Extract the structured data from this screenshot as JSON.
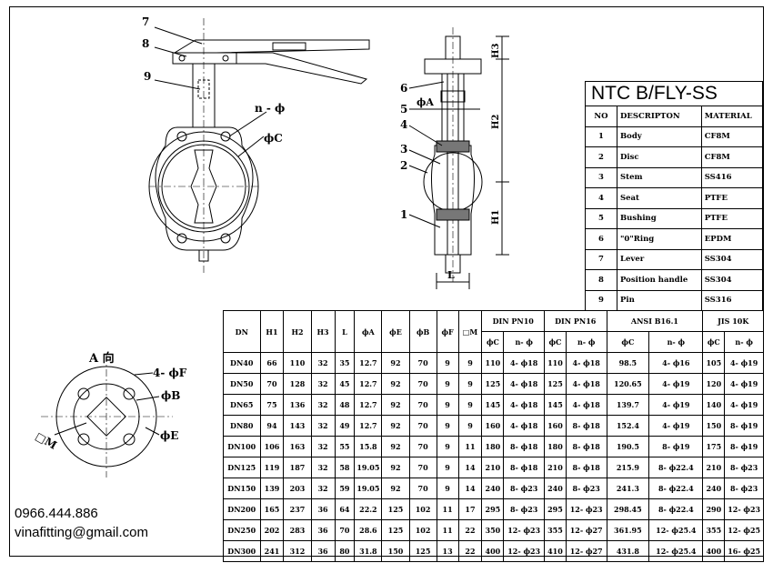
{
  "parts_table": {
    "title": "NTC B/FLY-SS",
    "headers": [
      "NO",
      "DESCRIPTON",
      "MATERIAL"
    ],
    "rows": [
      [
        "1",
        "Body",
        "CF8M"
      ],
      [
        "2",
        "Disc",
        "CF8M"
      ],
      [
        "3",
        "Stem",
        "SS416"
      ],
      [
        "4",
        "Seat",
        "PTFE"
      ],
      [
        "5",
        "Bushing",
        "PTFE"
      ],
      [
        "6",
        "\"0\"Ring",
        "EPDM"
      ],
      [
        "7",
        "Lever",
        "SS304"
      ],
      [
        "8",
        "Position handle",
        "SS304"
      ],
      [
        "9",
        "Pin",
        "SS316"
      ]
    ]
  },
  "dims_table": {
    "main_headers": [
      "DN",
      "H1",
      "H2",
      "H3",
      "L",
      "ϕA",
      "ϕE",
      "ϕB",
      "ϕF",
      "□M"
    ],
    "flange_groups": [
      "DIN PN10",
      "DIN PN16",
      "ANSI B16.1",
      "JIS 10K"
    ],
    "sub_headers": [
      "ϕC",
      "n- ϕ",
      "ϕC",
      "n- ϕ",
      "ϕC",
      "n- ϕ",
      "ϕC",
      "n- ϕ"
    ],
    "rows": [
      [
        "DN40",
        "66",
        "110",
        "32",
        "35",
        "12.7",
        "92",
        "70",
        "9",
        "9",
        "110",
        "4- ϕ18",
        "110",
        "4- ϕ18",
        "98.5",
        "4- ϕ16",
        "105",
        "4- ϕ19"
      ],
      [
        "DN50",
        "70",
        "128",
        "32",
        "45",
        "12.7",
        "92",
        "70",
        "9",
        "9",
        "125",
        "4- ϕ18",
        "125",
        "4- ϕ18",
        "120.65",
        "4- ϕ19",
        "120",
        "4- ϕ19"
      ],
      [
        "DN65",
        "75",
        "136",
        "32",
        "48",
        "12.7",
        "92",
        "70",
        "9",
        "9",
        "145",
        "4- ϕ18",
        "145",
        "4- ϕ18",
        "139.7",
        "4- ϕ19",
        "140",
        "4- ϕ19"
      ],
      [
        "DN80",
        "94",
        "143",
        "32",
        "49",
        "12.7",
        "92",
        "70",
        "9",
        "9",
        "160",
        "4- ϕ18",
        "160",
        "8- ϕ18",
        "152.4",
        "4- ϕ19",
        "150",
        "8- ϕ19"
      ],
      [
        "DN100",
        "106",
        "163",
        "32",
        "55",
        "15.8",
        "92",
        "70",
        "9",
        "11",
        "180",
        "8- ϕ18",
        "180",
        "8- ϕ18",
        "190.5",
        "8- ϕ19",
        "175",
        "8- ϕ19"
      ],
      [
        "DN125",
        "119",
        "187",
        "32",
        "58",
        "19.05",
        "92",
        "70",
        "9",
        "14",
        "210",
        "8- ϕ18",
        "210",
        "8- ϕ18",
        "215.9",
        "8- ϕ22.4",
        "210",
        "8- ϕ23"
      ],
      [
        "DN150",
        "139",
        "203",
        "32",
        "59",
        "19.05",
        "92",
        "70",
        "9",
        "14",
        "240",
        "8- ϕ23",
        "240",
        "8- ϕ23",
        "241.3",
        "8- ϕ22.4",
        "240",
        "8- ϕ23"
      ],
      [
        "DN200",
        "165",
        "237",
        "36",
        "64",
        "22.2",
        "125",
        "102",
        "11",
        "17",
        "295",
        "8- ϕ23",
        "295",
        "12- ϕ23",
        "298.45",
        "8- ϕ22.4",
        "290",
        "12- ϕ23"
      ],
      [
        "DN250",
        "202",
        "283",
        "36",
        "70",
        "28.6",
        "125",
        "102",
        "11",
        "22",
        "350",
        "12- ϕ23",
        "355",
        "12- ϕ27",
        "361.95",
        "12- ϕ25.4",
        "355",
        "12- ϕ25"
      ],
      [
        "DN300",
        "241",
        "312",
        "36",
        "80",
        "31.8",
        "150",
        "125",
        "13",
        "22",
        "400",
        "12- ϕ23",
        "410",
        "12- ϕ27",
        "431.8",
        "12- ϕ25.4",
        "400",
        "16- ϕ25"
      ]
    ]
  },
  "contact": {
    "phone": "0966.444.886",
    "email": "vinafitting@gmail.com"
  },
  "front_view_labels": {
    "callouts": [
      "7",
      "8",
      "9"
    ],
    "n_phi": "n - ϕ",
    "phi_c": "ϕC"
  },
  "side_view_labels": {
    "callouts": [
      "6",
      "5",
      "4",
      "3",
      "2",
      "1"
    ],
    "phi_a": "ϕA",
    "h3": "H3",
    "h2": "H2",
    "h1": "H1",
    "l": "L"
  },
  "flange_view_labels": {
    "a_view": "A 向",
    "four_phi_f": "4- ϕF",
    "phi_b": "ϕB",
    "phi_e": "ϕE",
    "box_m": "□M"
  }
}
